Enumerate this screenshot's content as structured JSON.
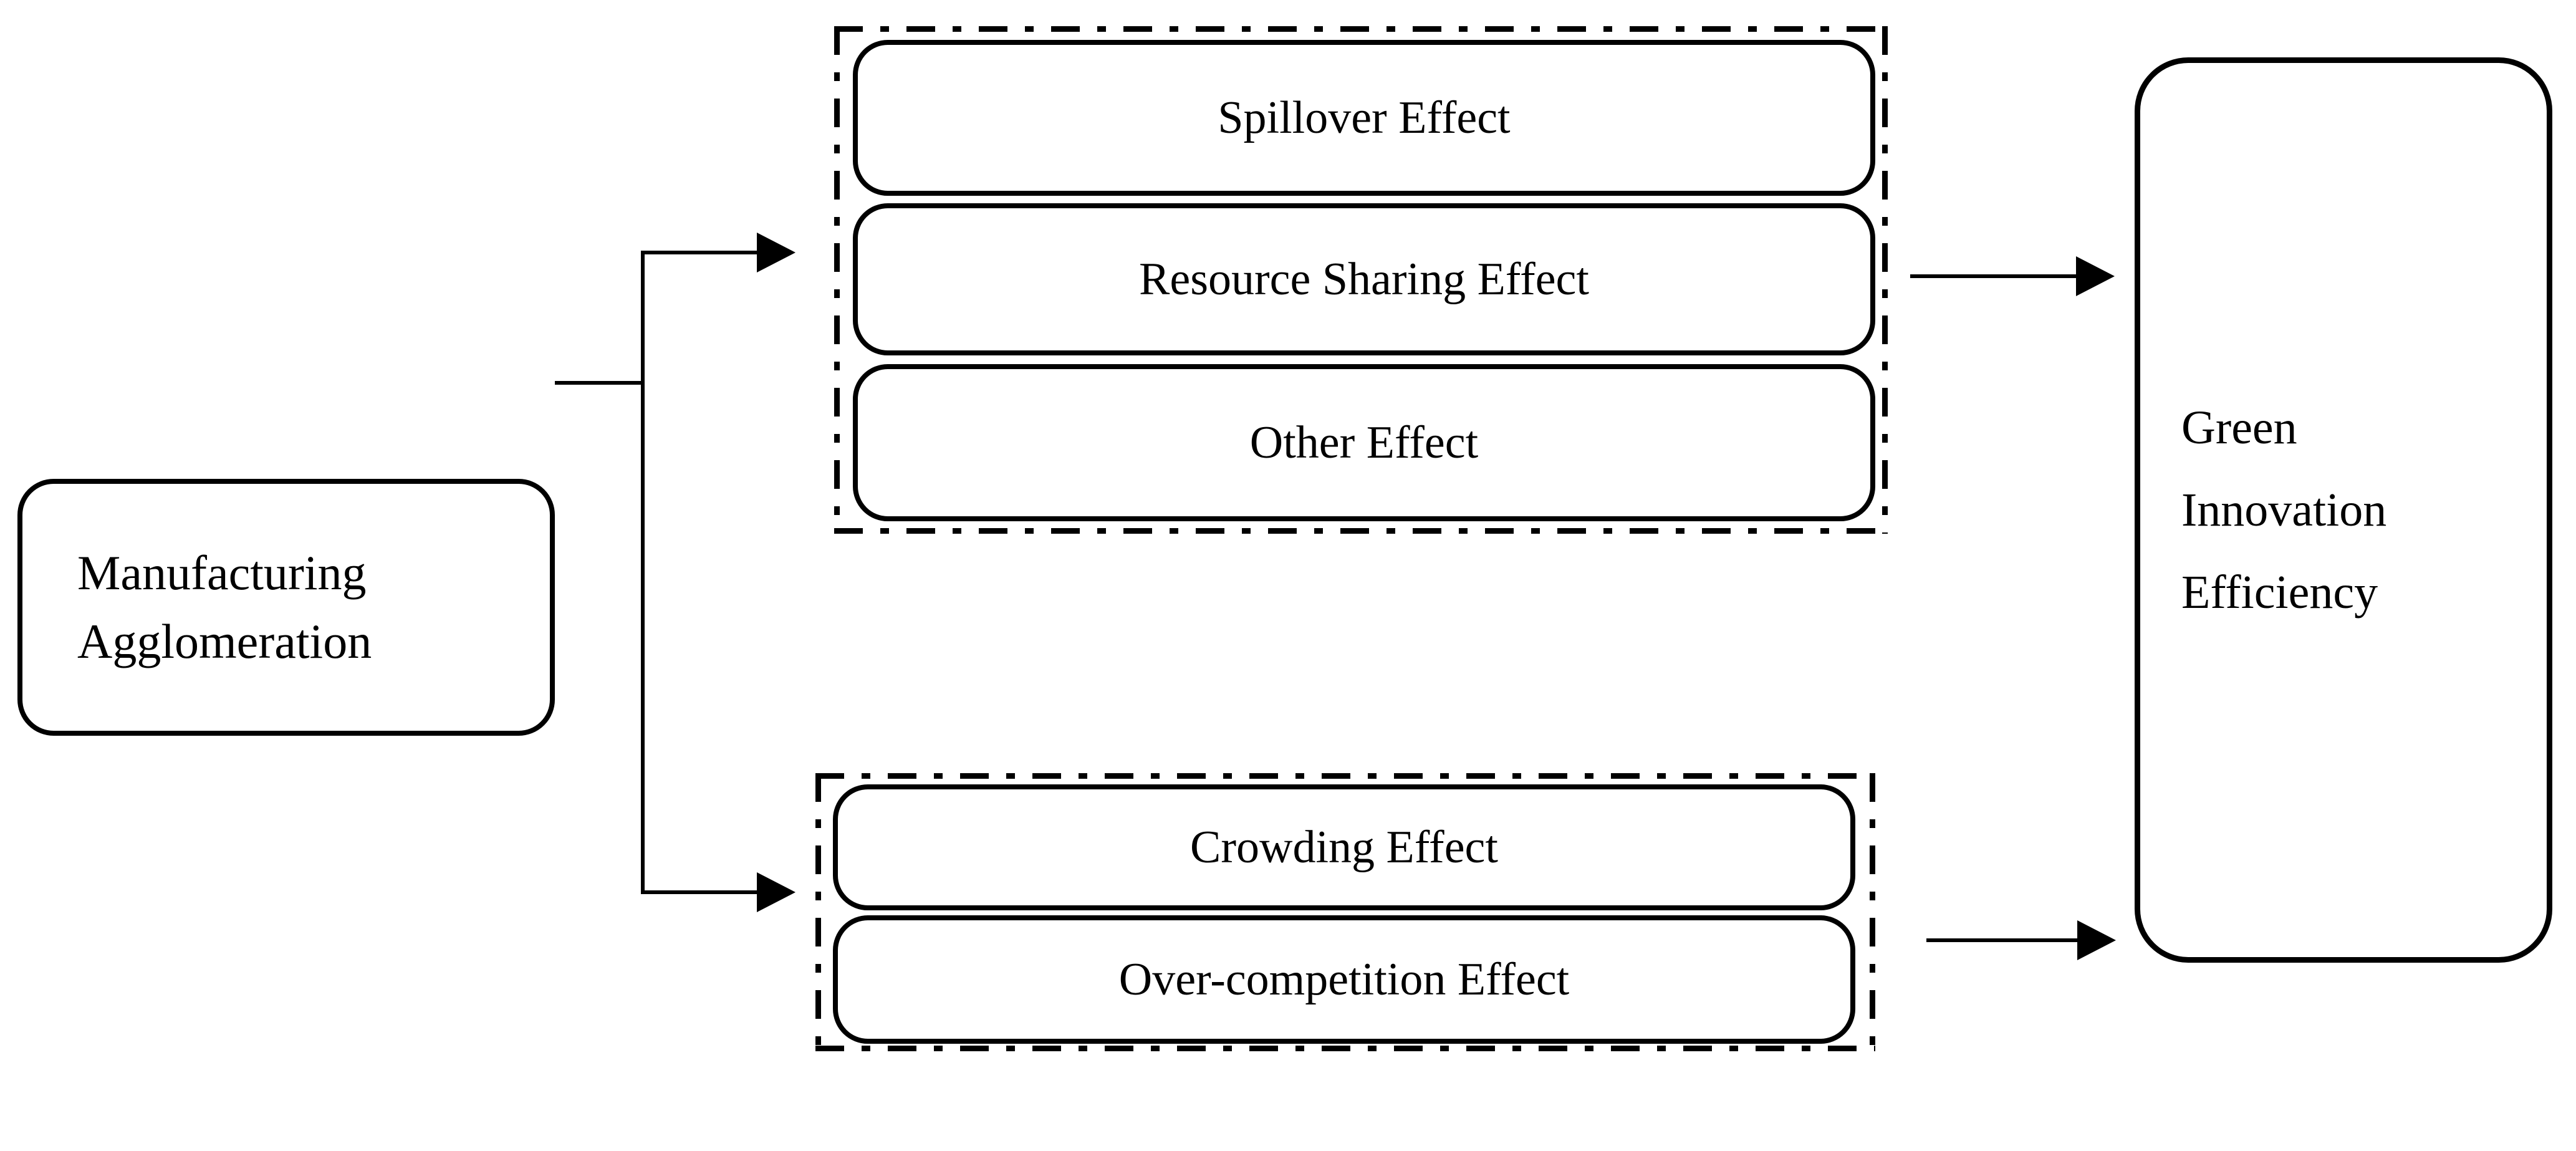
{
  "diagram": {
    "title": "Manufacturing Agglomeration and Green Innovation Efficiency mechanism",
    "line_color": "#000000",
    "background_color": "#ffffff"
  },
  "source": {
    "name": "manufacturing-agglomeration",
    "lines": [
      "Manufacturing",
      "Agglomeration"
    ]
  },
  "groups": [
    {
      "name": "positive-effects",
      "border_style": "dash-dot",
      "effects": [
        {
          "label": "Spillover Effect"
        },
        {
          "label": "Resource Sharing Effect"
        },
        {
          "label": "Other Effect"
        }
      ]
    },
    {
      "name": "negative-effects",
      "border_style": "dash-dot",
      "effects": [
        {
          "label": "Crowding Effect"
        },
        {
          "label": "Over-competition Effect"
        }
      ]
    }
  ],
  "outcome": {
    "name": "green-innovation-efficiency",
    "lines": [
      "Green",
      "Innovation",
      "Efficiency"
    ]
  },
  "connectors": [
    {
      "name": "source-to-positive-group",
      "type": "elbow-arrow"
    },
    {
      "name": "source-to-negative-group",
      "type": "elbow-arrow"
    },
    {
      "name": "positive-group-to-outcome",
      "type": "straight-arrow"
    },
    {
      "name": "negative-group-to-outcome",
      "type": "straight-arrow"
    }
  ]
}
